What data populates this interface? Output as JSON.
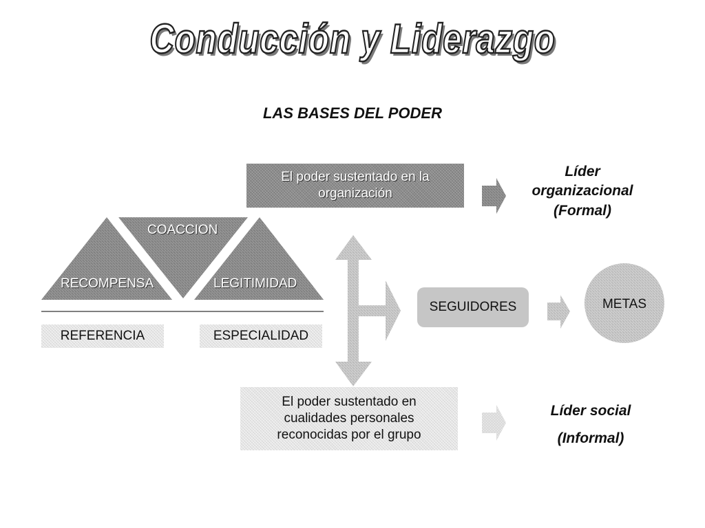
{
  "title": "Conducción y Liderazgo",
  "subtitle": "LAS BASES DEL PODER",
  "triangle": {
    "top": "COACCION",
    "left": "RECOMPENSA",
    "right": "LEGITIMIDAD"
  },
  "base_labels": {
    "left": "REFERENCIA",
    "right": "ESPECIALIDAD"
  },
  "top_box": {
    "line1": "El poder sustentado en la",
    "line2": "organización"
  },
  "top_result": {
    "line1": "Líder",
    "line2": "organizacional",
    "line3": "(Formal)"
  },
  "followers": "SEGUIDORES",
  "goals": "METAS",
  "bottom_box": {
    "line1": "El poder sustentado en",
    "line2": "cualidades personales",
    "line3": "reconocidas por el grupo"
  },
  "bottom_result": {
    "line1": "Líder social",
    "line2": "(Informal)"
  }
}
